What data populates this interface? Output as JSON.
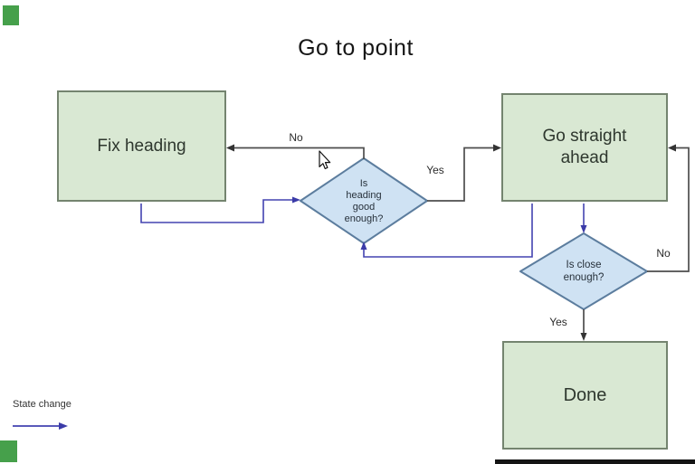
{
  "title": "Go to point",
  "nodes": {
    "fix_heading": {
      "label": "Fix heading",
      "type": "process"
    },
    "go_straight": {
      "lines": [
        "Go straight",
        "ahead"
      ],
      "type": "process"
    },
    "done": {
      "label": "Done",
      "type": "process"
    },
    "heading_check": {
      "lines": [
        "Is",
        "heading",
        "good",
        "enough?"
      ],
      "type": "decision"
    },
    "close_check": {
      "lines": [
        "Is close",
        "enough?"
      ],
      "type": "decision"
    }
  },
  "edges": [
    {
      "from": "heading_check",
      "to": "fix_heading",
      "label": "No",
      "type": "decision-branch"
    },
    {
      "from": "heading_check",
      "to": "go_straight",
      "label": "Yes",
      "type": "decision-branch"
    },
    {
      "from": "fix_heading",
      "to": "heading_check",
      "label": "",
      "type": "state-change"
    },
    {
      "from": "go_straight",
      "to": "heading_check",
      "label": "",
      "type": "state-change"
    },
    {
      "from": "go_straight",
      "to": "close_check",
      "label": "",
      "type": "state-change"
    },
    {
      "from": "close_check",
      "to": "go_straight",
      "label": "No",
      "type": "decision-branch"
    },
    {
      "from": "close_check",
      "to": "done",
      "label": "Yes",
      "type": "decision-branch"
    }
  ],
  "legend": {
    "label": "State change"
  },
  "colors": {
    "process_fill": "#d9e8d3",
    "process_border": "#74846f",
    "decision_fill": "#cfe2f3",
    "decision_border": "#5c7d9e",
    "flow_line": "#4d4d4d",
    "state_change_line": "#4343b0",
    "text": "#2e372e"
  }
}
